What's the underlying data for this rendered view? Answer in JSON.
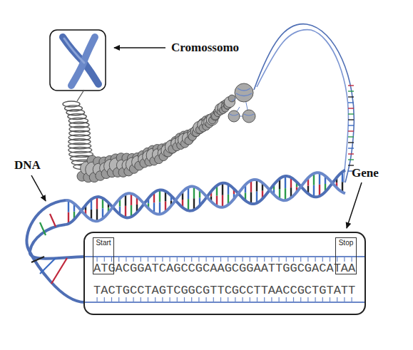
{
  "diagram": {
    "nodes": [
      {
        "text": [
          "ATGACGGATCAGCCGCAAGCGGAATTGGCGACATAA",
          "TACTGCCTAGTCGGCGTTCGCCTTAACCGCTGTATT"
        ]
      },
      {
        "text": [
          "Start"
        ],
        "in": 0
      },
      {
        "text": [
          "Stop"
        ],
        "in": 0
      }
    ],
    "labels": [
      "Cromossomo",
      "DNA",
      "Gene"
    ]
  }
}
